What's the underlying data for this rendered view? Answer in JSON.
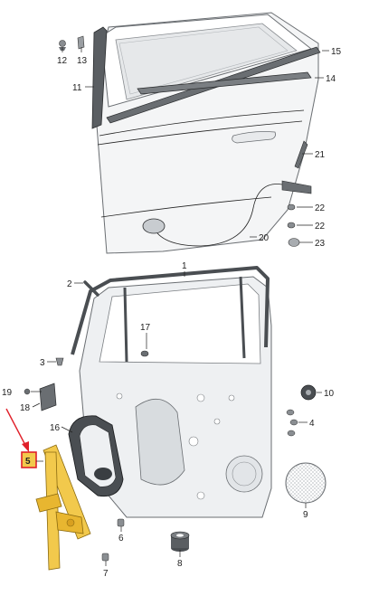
{
  "diagram": {
    "highlight_color": "#e0202a",
    "part_color": "#f2c94c",
    "callouts": {
      "c1": "1",
      "c2": "2",
      "c3": "3",
      "c4": "4",
      "c5": "5",
      "c6": "6",
      "c7": "7",
      "c8": "8",
      "c9": "9",
      "c10": "10",
      "c11": "11",
      "c12": "12",
      "c13": "13",
      "c14": "14",
      "c15": "15",
      "c16": "16",
      "c17": "17",
      "c18": "18",
      "c19": "19",
      "c20": "20",
      "c21": "21",
      "c22a": "22",
      "c22b": "22",
      "c23": "23"
    }
  }
}
